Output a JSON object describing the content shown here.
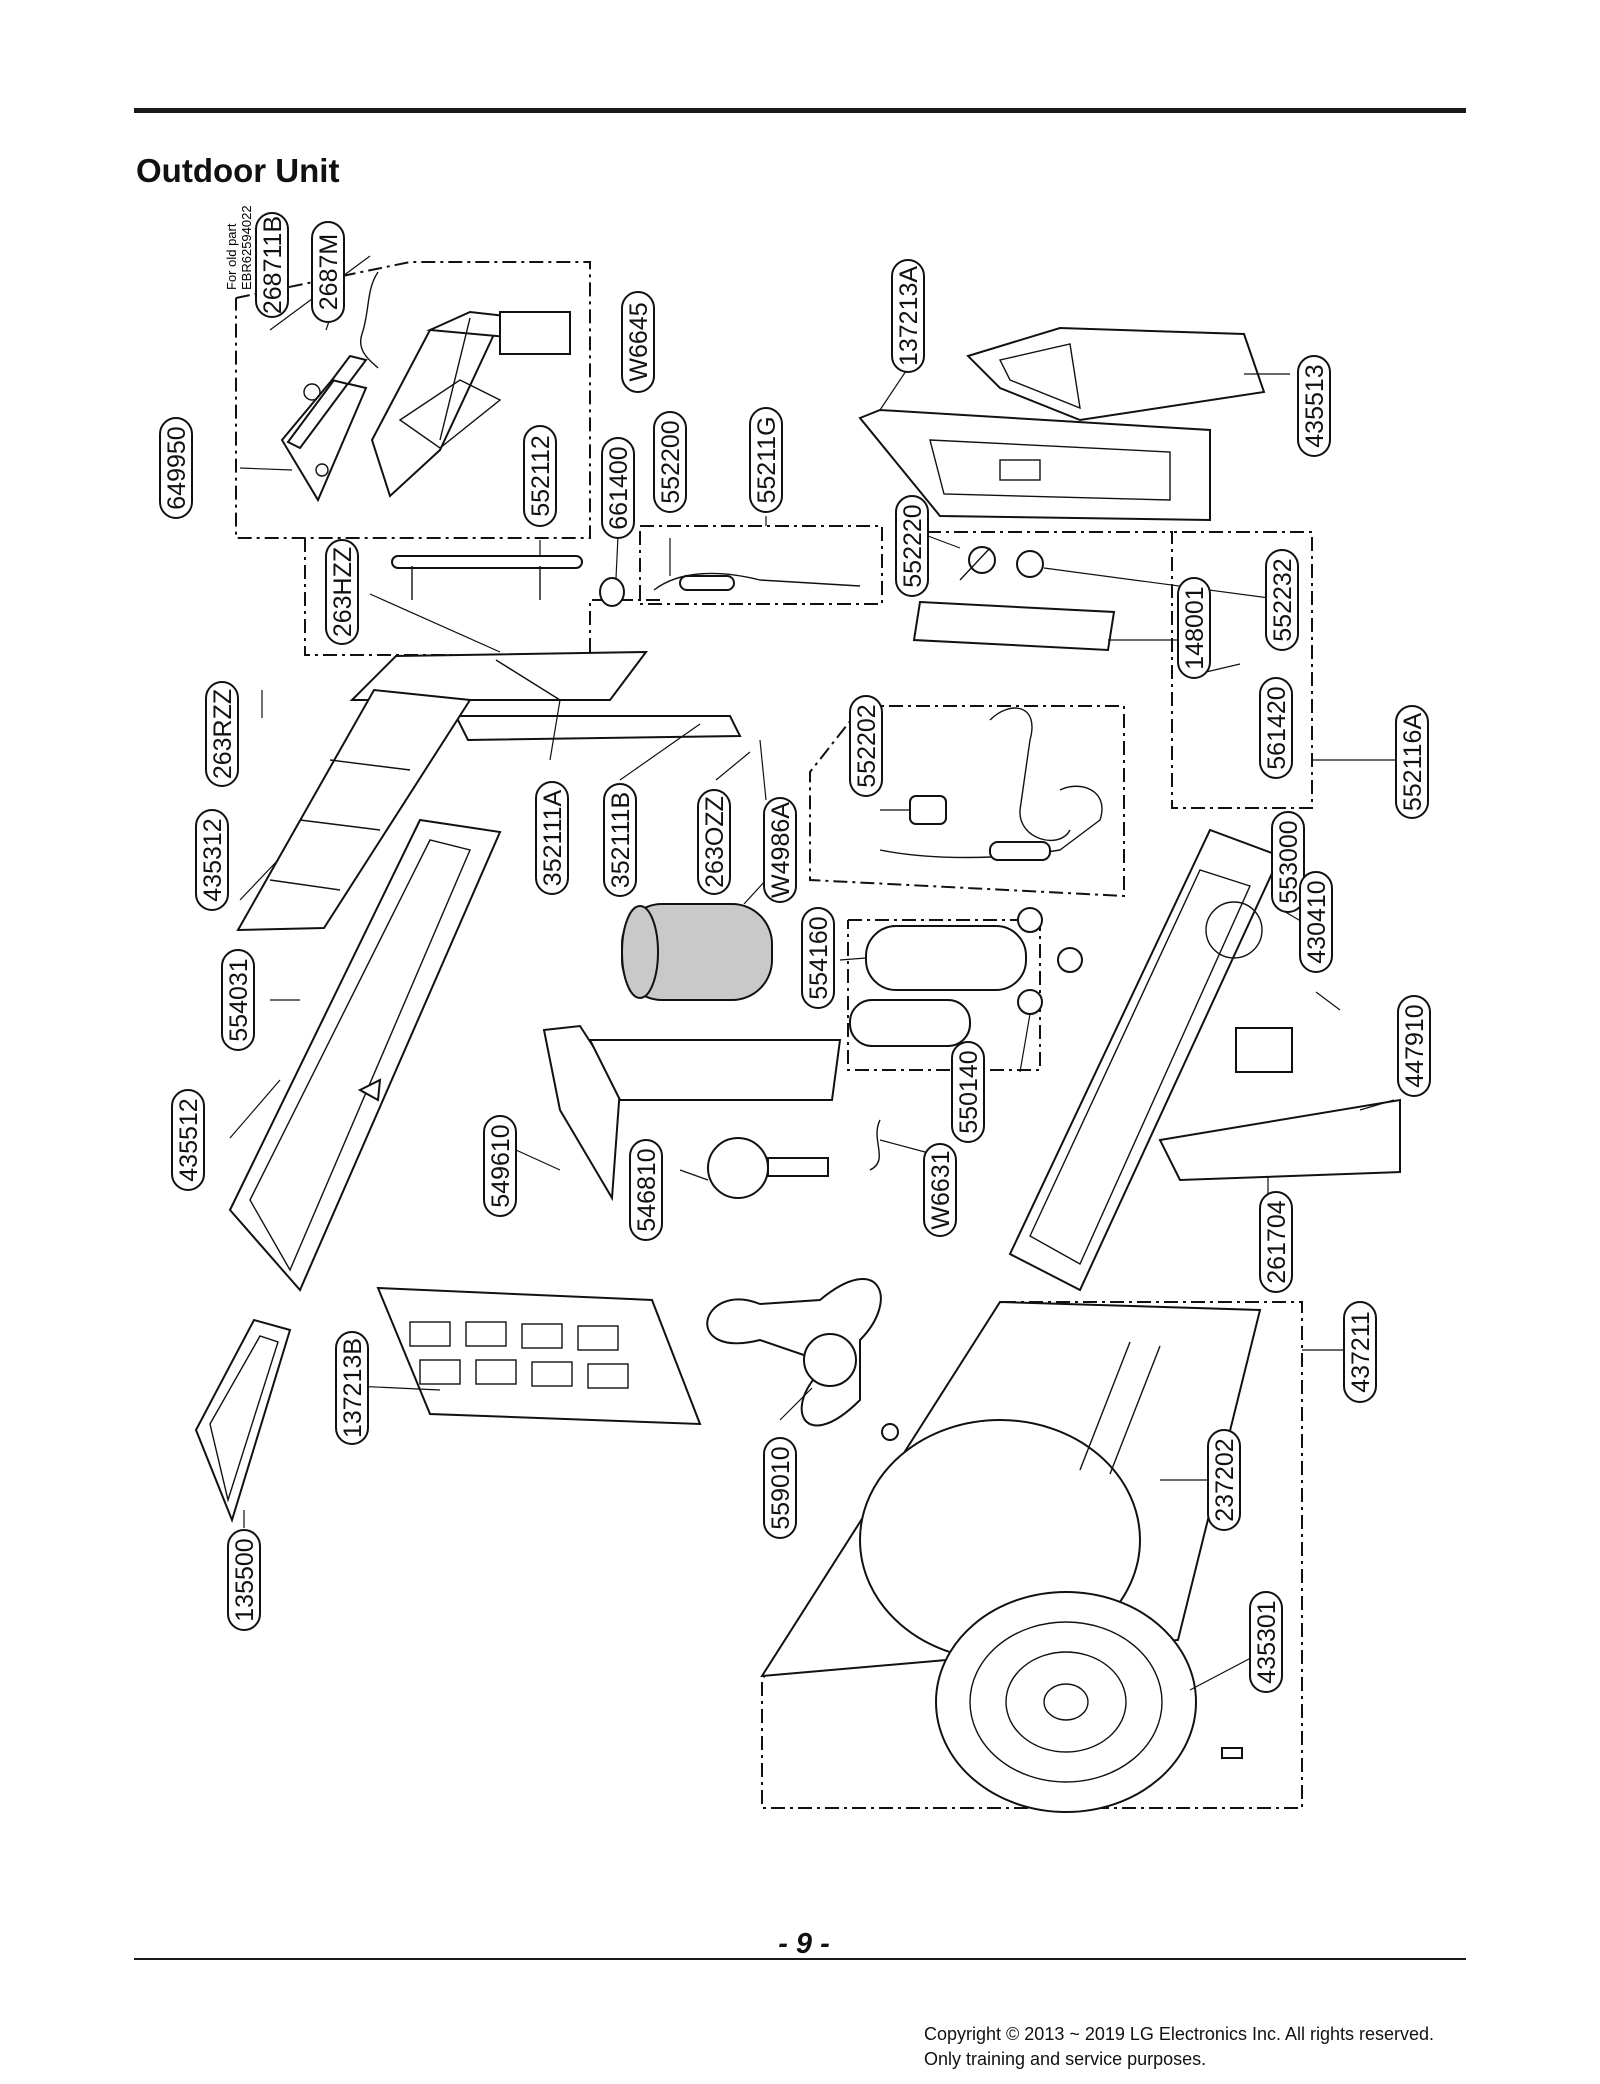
{
  "page": {
    "title": "Outdoor Unit",
    "page_number": "- 9 -",
    "copyright_line1": "Copyright © 2013 ~ 2019 LG Electronics Inc. All rights reserved.",
    "copyright_line2": "Only training and service purposes."
  },
  "note": {
    "line1": "For old part",
    "line2": "EBR62594022"
  },
  "labels": {
    "p268711B": "268711B",
    "p2687M": "2687M",
    "pW6645": "W6645",
    "p649950": "649950",
    "p552112": "552112",
    "p661400": "661400",
    "p552200": "552200",
    "p55211G": "55211G",
    "p137213A": "137213A",
    "p435513": "435513",
    "p552220": "552220",
    "p552232": "552232",
    "p148001": "148001",
    "p263HZZ": "263HZZ",
    "p263RZZ": "263RZZ",
    "p561420": "561420",
    "p552116A": "552116A",
    "p552202": "552202",
    "p352111A": "352111A",
    "p352111B": "352111B",
    "p263OZZ": "263OZZ",
    "pW4986A": "W4986A",
    "p435312": "435312",
    "p553000": "553000",
    "p430410": "430410",
    "p554031": "554031",
    "p554160": "554160",
    "p447910": "447910",
    "p550140": "550140",
    "p435512": "435512",
    "p549610": "549610",
    "p546810": "546810",
    "pW6631": "W6631",
    "p261704": "261704",
    "p437211": "437211",
    "p137213B": "137213B",
    "p559010": "559010",
    "p237202": "237202",
    "p135500": "135500",
    "p435301": "435301"
  }
}
